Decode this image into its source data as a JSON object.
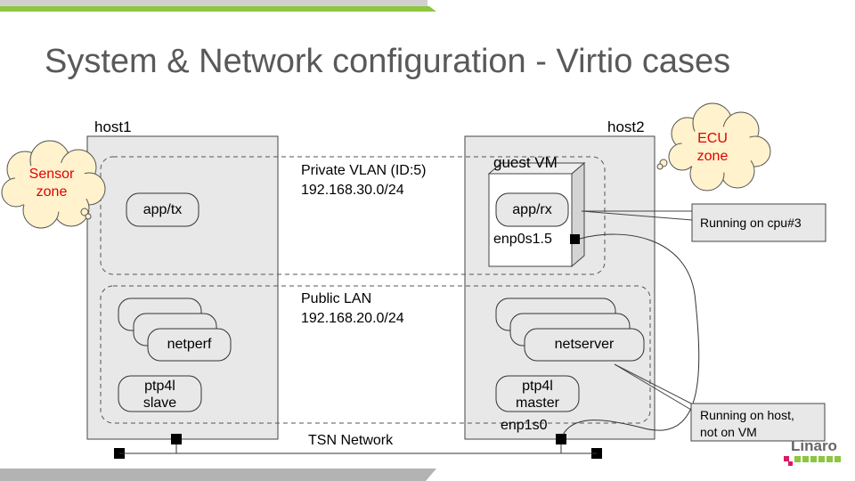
{
  "slide": {
    "title": "System & Network configuration - Virtio cases",
    "logo": "Linaro"
  },
  "hosts": {
    "host1": "host1",
    "host2": "host2",
    "guest_vm": "guest VM"
  },
  "zones": {
    "sensor_line1": "Sensor",
    "sensor_line2": "zone",
    "ecu_line1": "ECU",
    "ecu_line2": "zone"
  },
  "networks": {
    "private_name": "Private VLAN (ID:5)",
    "private_subnet": "192.168.30.0/24",
    "public_name": "Public LAN",
    "public_subnet": "192.168.20.0/24",
    "tsn": "TSN Network"
  },
  "processes": {
    "app_tx": "app/tx",
    "app_rx": "app/rx",
    "netperf": "netperf",
    "netserver": "netserver",
    "ptp_slave_line1": "ptp4l",
    "ptp_slave_line2": "slave",
    "ptp_master_line1": "ptp4l",
    "ptp_master_line2": "master"
  },
  "interfaces": {
    "vm_if": "enp0s1.5",
    "host_if": "enp1s0"
  },
  "callouts": {
    "cpu": "Running on cpu#3",
    "host_line1": "Running on host,",
    "host_line2": "not on VM"
  },
  "colors": {
    "accent_green": "#8dc63f",
    "zone_text": "#e00000",
    "cloud_fill": "#fff2cc",
    "panel_fill": "#e8e8e8"
  }
}
